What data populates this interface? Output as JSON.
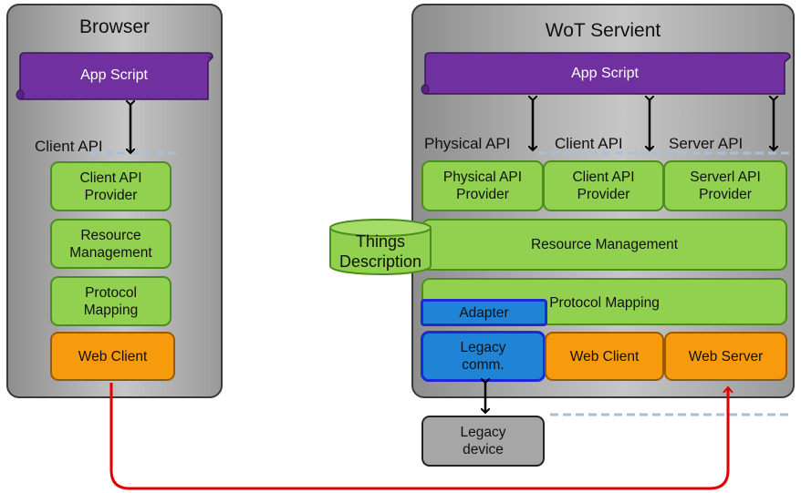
{
  "browser": {
    "title": "Browser",
    "app_script": "App Script",
    "client_api_label": "Client API",
    "layers": {
      "client_api_provider": "Client API\nProvider",
      "resource_management": "Resource\nManagement",
      "protocol_mapping": "Protocol\nMapping",
      "web_client": "Web Client"
    }
  },
  "servient": {
    "title": "WoT Servient",
    "app_script": "App Script",
    "api_labels": {
      "physical": "Physical API",
      "client": "Client API",
      "server": "Server API"
    },
    "providers": {
      "physical": "Physical API\nProvider",
      "client": "Client API\nProvider",
      "server": "Serverl API\nProvider"
    },
    "things_description": "Things\nDescription",
    "resource_management": "Resource Management",
    "protocol_mapping": "Protocol Mapping",
    "adapter": "Adapter",
    "legacy_comm": "Legacy\ncomm.",
    "web_client": "Web Client",
    "web_server": "Web Server"
  },
  "legacy_device": "Legacy\ndevice",
  "colors": {
    "purple": "#7030a0",
    "green": "#92d050",
    "orange": "#f79a0c",
    "blue": "#1f84d6",
    "red_connection": "#e00000"
  }
}
